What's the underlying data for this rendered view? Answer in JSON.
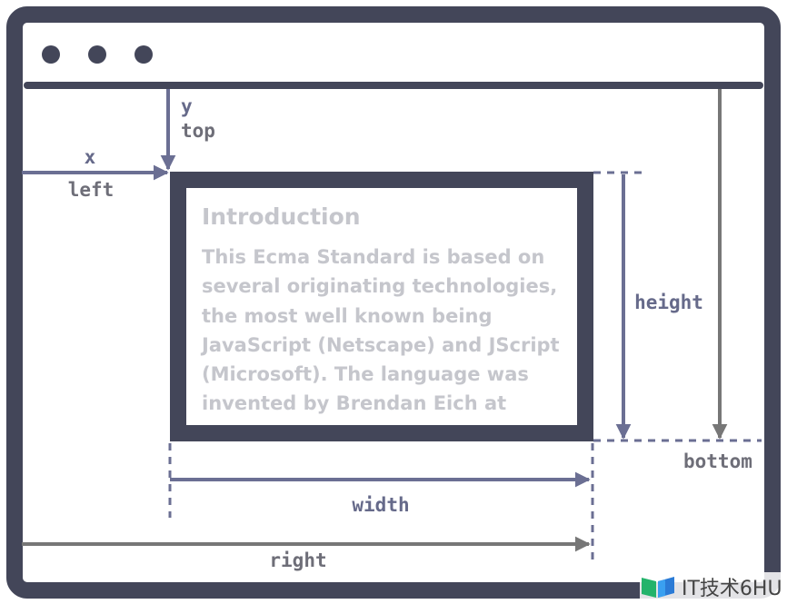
{
  "labels": {
    "y": "y",
    "top": "top",
    "x": "x",
    "left": "left",
    "height": "height",
    "bottom": "bottom",
    "width": "width",
    "right": "right"
  },
  "element": {
    "title": "Introduction",
    "lines": [
      "This Ecma Standard is based on",
      "several originating technologies,",
      "the most well known being",
      "JavaScript (Netscape) and JScript",
      "(Microsoft). The language was",
      "invented by Brendan Eich at"
    ]
  },
  "window_controls": [
    "dot-1",
    "dot-2",
    "dot-3"
  ],
  "watermark": {
    "text": "IT技术6HU"
  },
  "colors": {
    "frame": "#434659",
    "arrow_blue": "#6b6f93",
    "arrow_gray": "#777777",
    "dashed": "#6b6f93",
    "faded_text": "#c5c6cc"
  }
}
